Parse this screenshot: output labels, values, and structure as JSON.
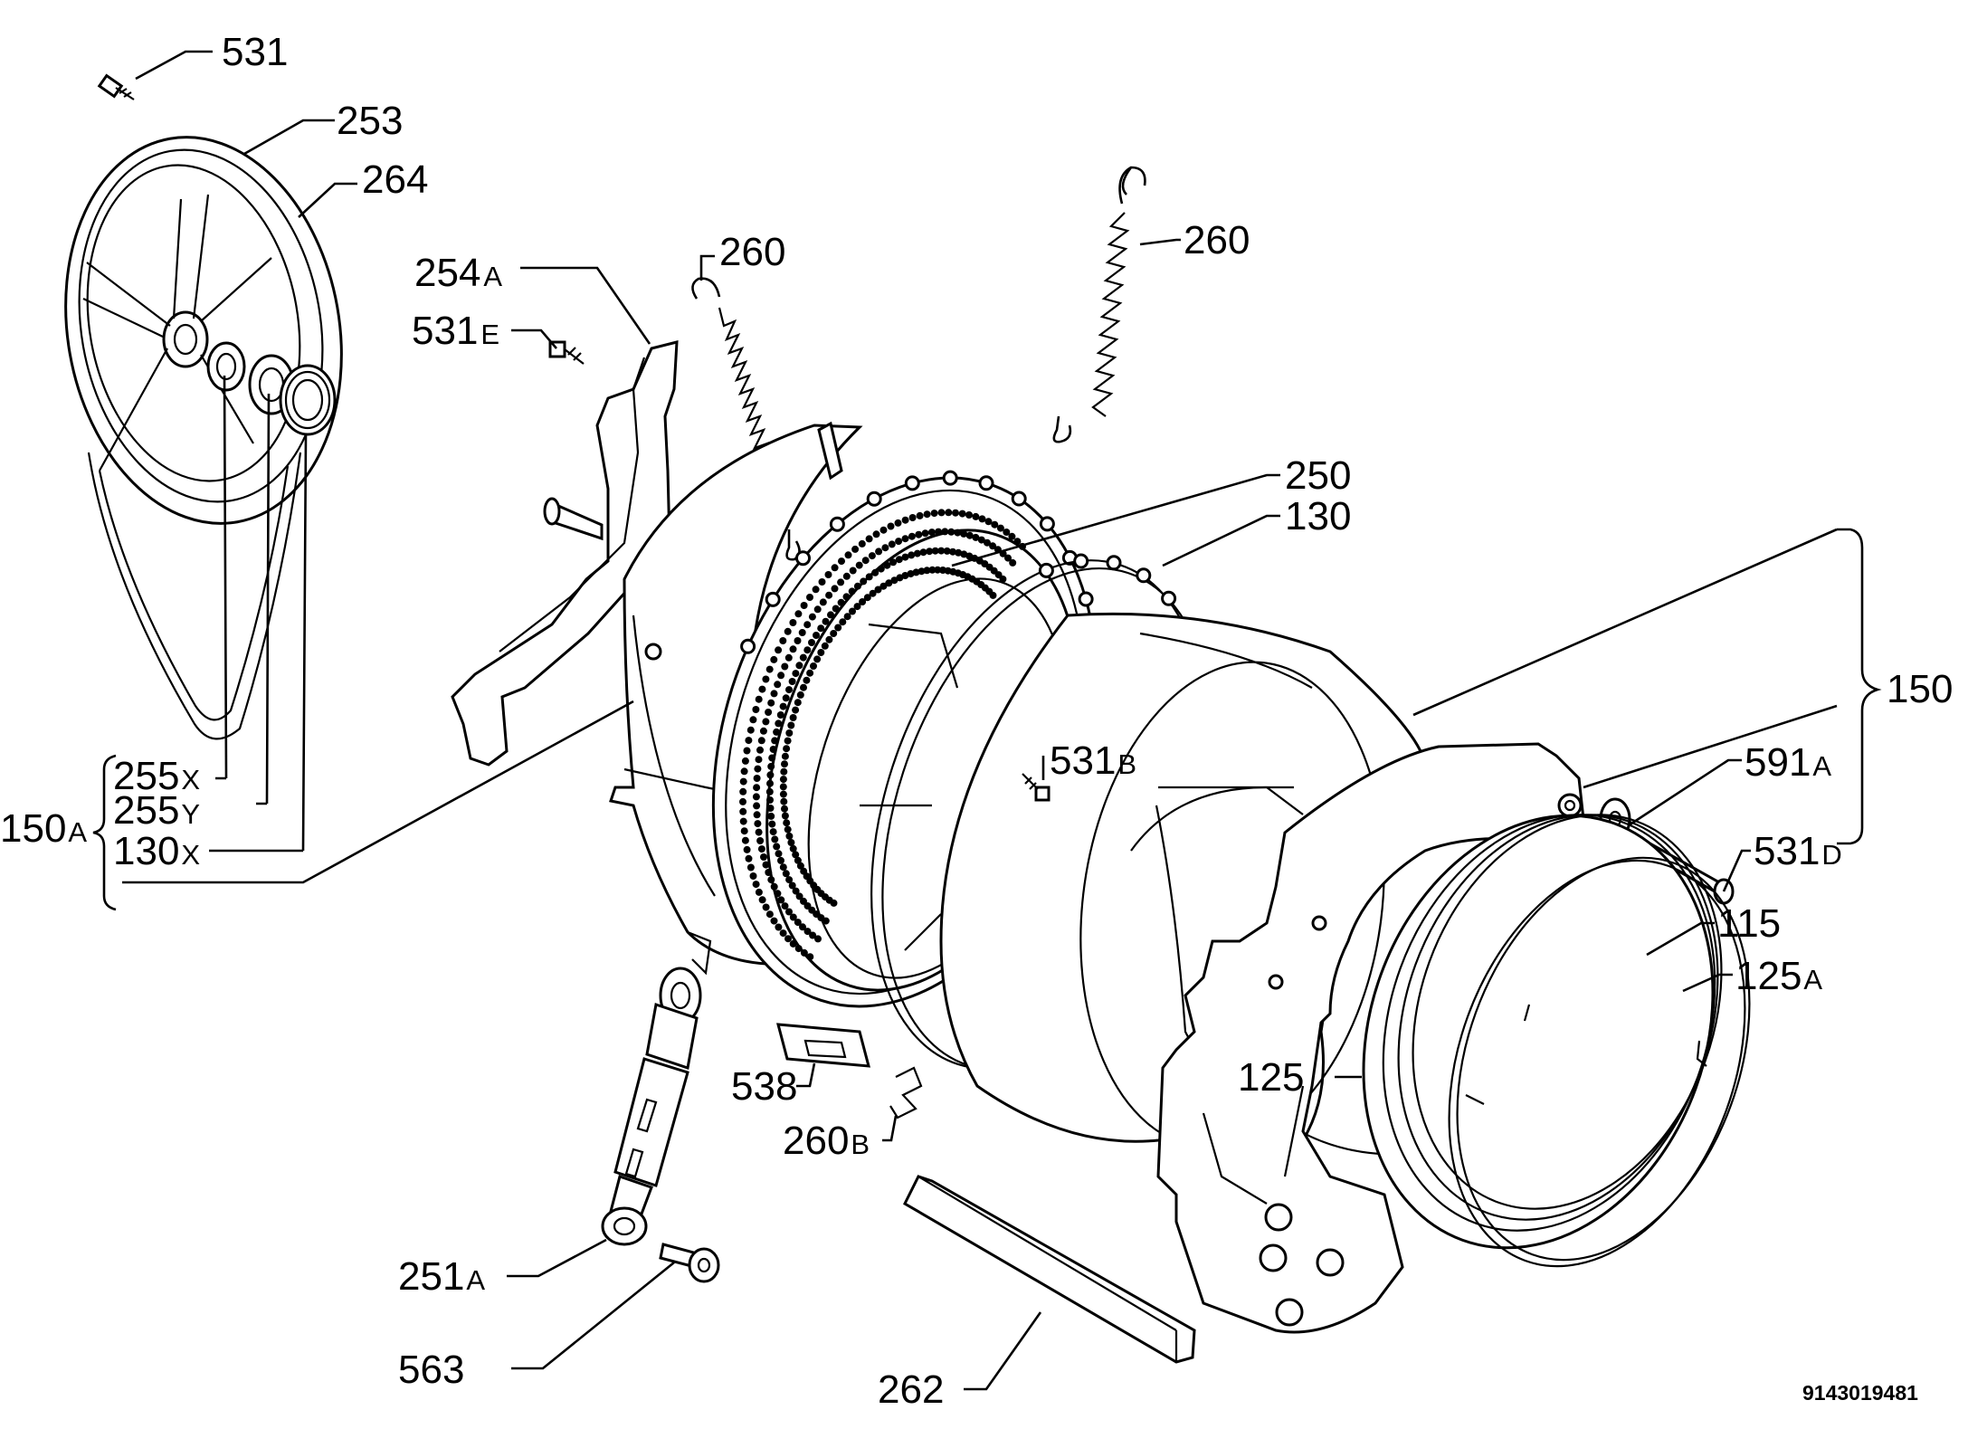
{
  "labels": {
    "l531": {
      "num": "531",
      "suffix": ""
    },
    "l253": {
      "num": "253",
      "suffix": ""
    },
    "l264": {
      "num": "264",
      "suffix": ""
    },
    "l254a": {
      "num": "254",
      "suffix": "A"
    },
    "l531e": {
      "num": "531",
      "suffix": "E"
    },
    "l260a": {
      "num": "260",
      "suffix": ""
    },
    "l260b": {
      "num": "260",
      "suffix": ""
    },
    "l250": {
      "num": "250",
      "suffix": ""
    },
    "l130": {
      "num": "130",
      "suffix": ""
    },
    "l150": {
      "num": "150",
      "suffix": ""
    },
    "l255x": {
      "num": "255",
      "suffix": "X"
    },
    "l255y": {
      "num": "255",
      "suffix": "Y"
    },
    "l150a": {
      "num": "150",
      "suffix": "A"
    },
    "l130x": {
      "num": "130",
      "suffix": "X"
    },
    "l531b": {
      "num": "531",
      "suffix": "B"
    },
    "l591a": {
      "num": "591",
      "suffix": "A"
    },
    "l531d": {
      "num": "531",
      "suffix": "D"
    },
    "l115": {
      "num": "115",
      "suffix": ""
    },
    "l125a": {
      "num": "125",
      "suffix": "A"
    },
    "l125": {
      "num": "125",
      "suffix": ""
    },
    "l538": {
      "num": "538",
      "suffix": ""
    },
    "l260bb": {
      "num": "260",
      "suffix": "B"
    },
    "l251a": {
      "num": "251",
      "suffix": "A"
    },
    "l563": {
      "num": "563",
      "suffix": ""
    },
    "l262": {
      "num": "262",
      "suffix": ""
    }
  },
  "drawing_code": "9143019481"
}
